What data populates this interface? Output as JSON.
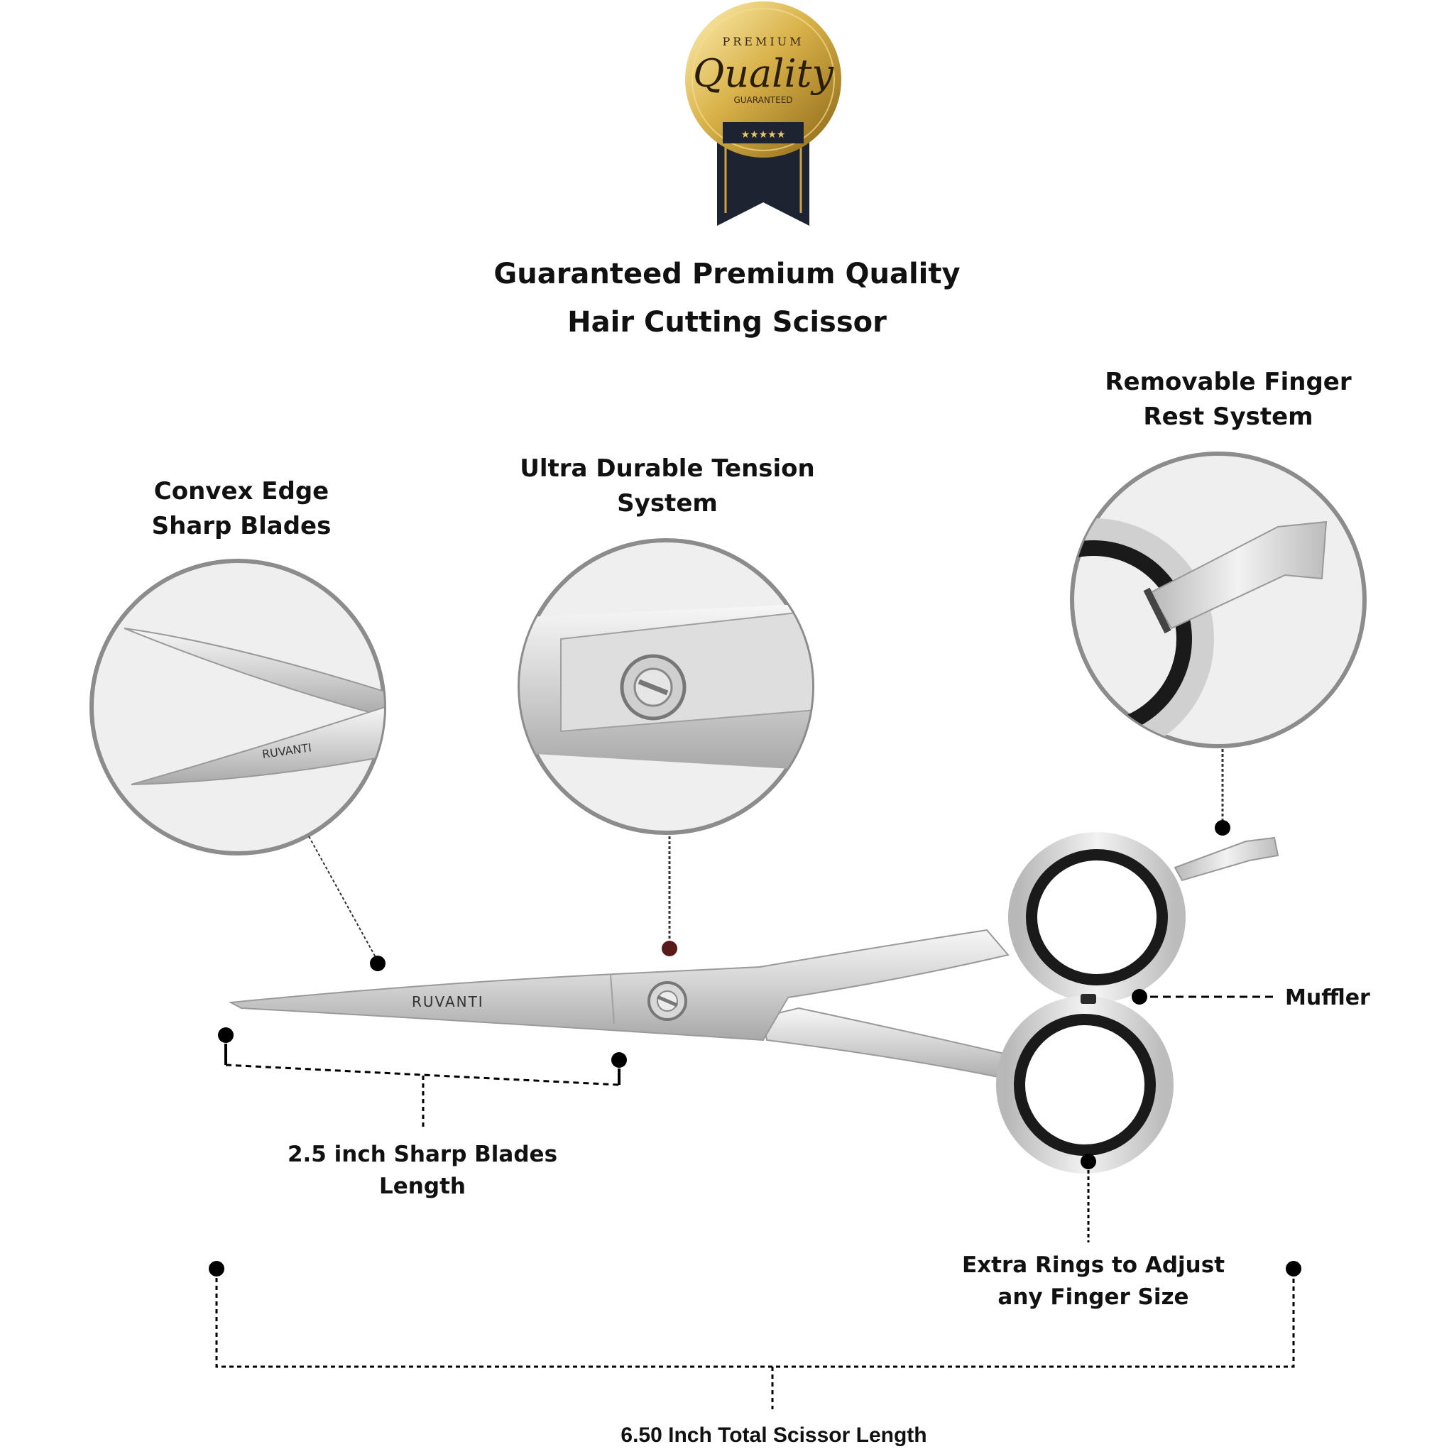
{
  "badge": {
    "top_text": "PREMIUM",
    "script_text": "Quality",
    "bottom_text": "GUARANTEED",
    "stars": "★★★★★"
  },
  "title": {
    "line1": "Guaranteed Premium Quality",
    "line2": "Hair Cutting Scissor"
  },
  "callouts": {
    "convex_edge": {
      "line1": "Convex Edge",
      "line2": "Sharp Blades"
    },
    "tension": {
      "line1": "Ultra Durable Tension",
      "line2": "System"
    },
    "finger_rest": {
      "line1": "Removable Finger",
      "line2": "Rest System"
    },
    "muffler": "Muffler",
    "blade_length": {
      "line1": "2.5 inch Sharp Blades",
      "line2": "Length"
    },
    "extra_rings": {
      "line1": "Extra Rings to Adjust",
      "line2": "any Finger Size"
    },
    "total_length": "6.50 Inch Total Scissor Length"
  },
  "brand": "RUVANTI",
  "colors": {
    "gold": "#d9b24a",
    "ribbon": "#1d2330",
    "steel": "#d9d9d9",
    "ring_black": "#1a1a1a",
    "circle_border": "#8c8c8c",
    "circle_fill": "#efefef",
    "tension_dot": "#5a1a1a"
  }
}
